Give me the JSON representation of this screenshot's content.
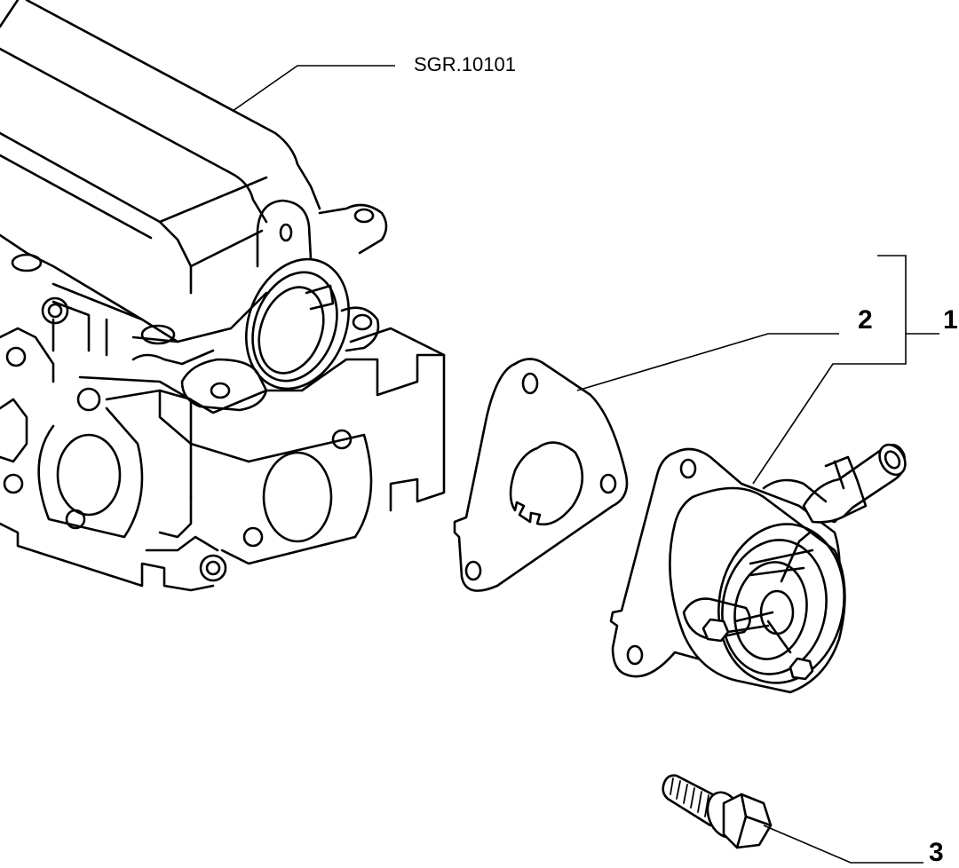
{
  "labels": {
    "reference": "SGR.10101",
    "item_1": "1",
    "item_2": "2",
    "item_3": "3"
  }
}
